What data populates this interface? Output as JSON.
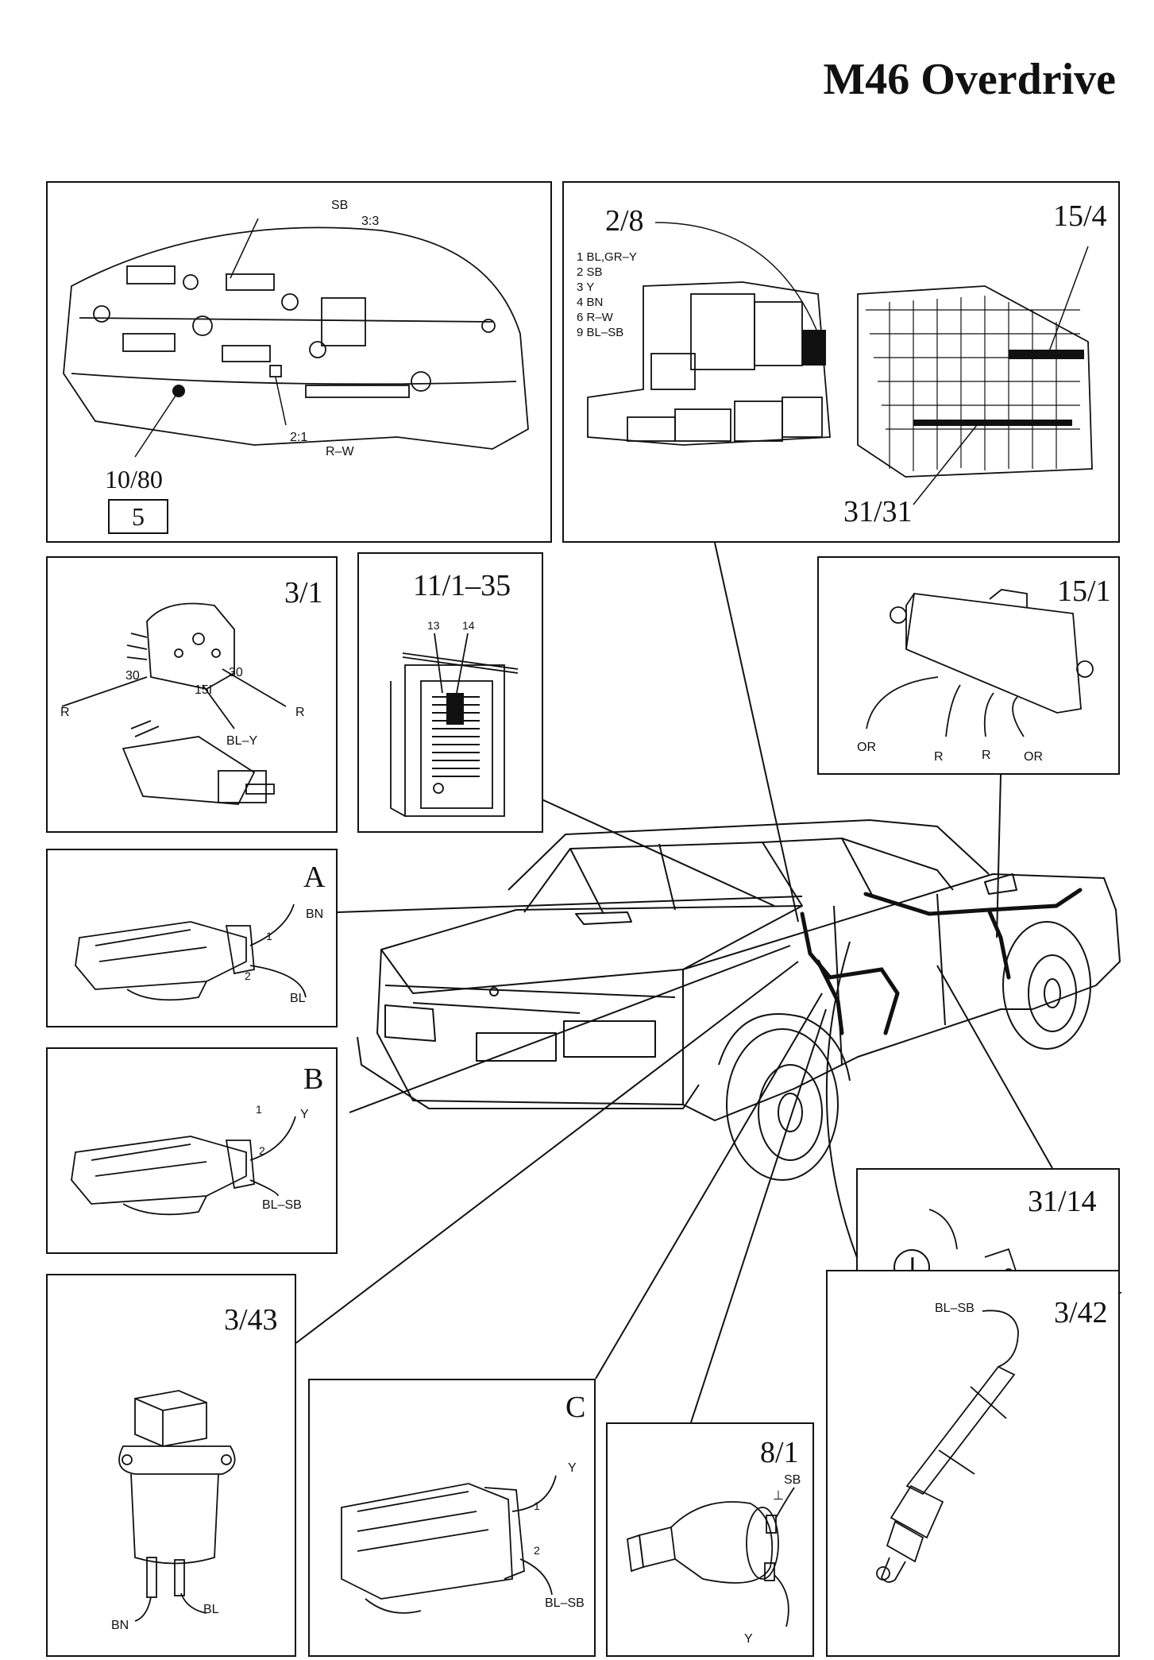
{
  "title": "M46 Overdrive",
  "panels": {
    "instrument": {
      "ref": "10/80",
      "box_value": "5",
      "labels": {
        "sb": "SB",
        "pin33": "3:3",
        "pin21": "2:1",
        "rw": "R–W"
      }
    },
    "relays": {
      "ref_left": "2/8",
      "ref_right": "15/4",
      "ref_bottom": "31/31",
      "pin_list": [
        "1 BL,GR–Y",
        "2 SB",
        "3 Y",
        "4 BN",
        "6 R–W",
        "9 BL–SB"
      ]
    },
    "ignition": {
      "ref": "3/1",
      "labels": {
        "t30a": "30",
        "t30b": "30",
        "t15i": "15I",
        "r1": "R",
        "r2": "R",
        "bly": "BL–Y"
      }
    },
    "fusebox": {
      "ref": "11/1–35",
      "labels": {
        "f13": "13",
        "f14": "14"
      }
    },
    "control_unit": {
      "ref": "15/1",
      "labels": {
        "or1": "OR",
        "r1": "R",
        "r2": "R",
        "or2": "OR"
      }
    },
    "connA": {
      "ref": "A",
      "labels": {
        "bn": "BN",
        "p1": "1",
        "p2": "2",
        "bl": "BL"
      }
    },
    "connB": {
      "ref": "B",
      "labels": {
        "p1": "1",
        "y": "Y",
        "p2": "2",
        "blsb": "BL–SB"
      }
    },
    "ground": {
      "ref": "31/14",
      "symbol": "⊥"
    },
    "switch343": {
      "ref": "3/43",
      "labels": {
        "bn": "BN",
        "bl": "BL"
      }
    },
    "connC": {
      "ref": "C",
      "labels": {
        "y": "Y",
        "p1": "1",
        "p2": "2",
        "blsb": "BL–SB"
      }
    },
    "solenoid": {
      "ref": "8/1",
      "labels": {
        "sb": "SB",
        "gnd": "⊥",
        "y": "Y"
      }
    },
    "sender": {
      "ref": "3/42",
      "labels": {
        "blsb": "BL–SB"
      }
    }
  }
}
